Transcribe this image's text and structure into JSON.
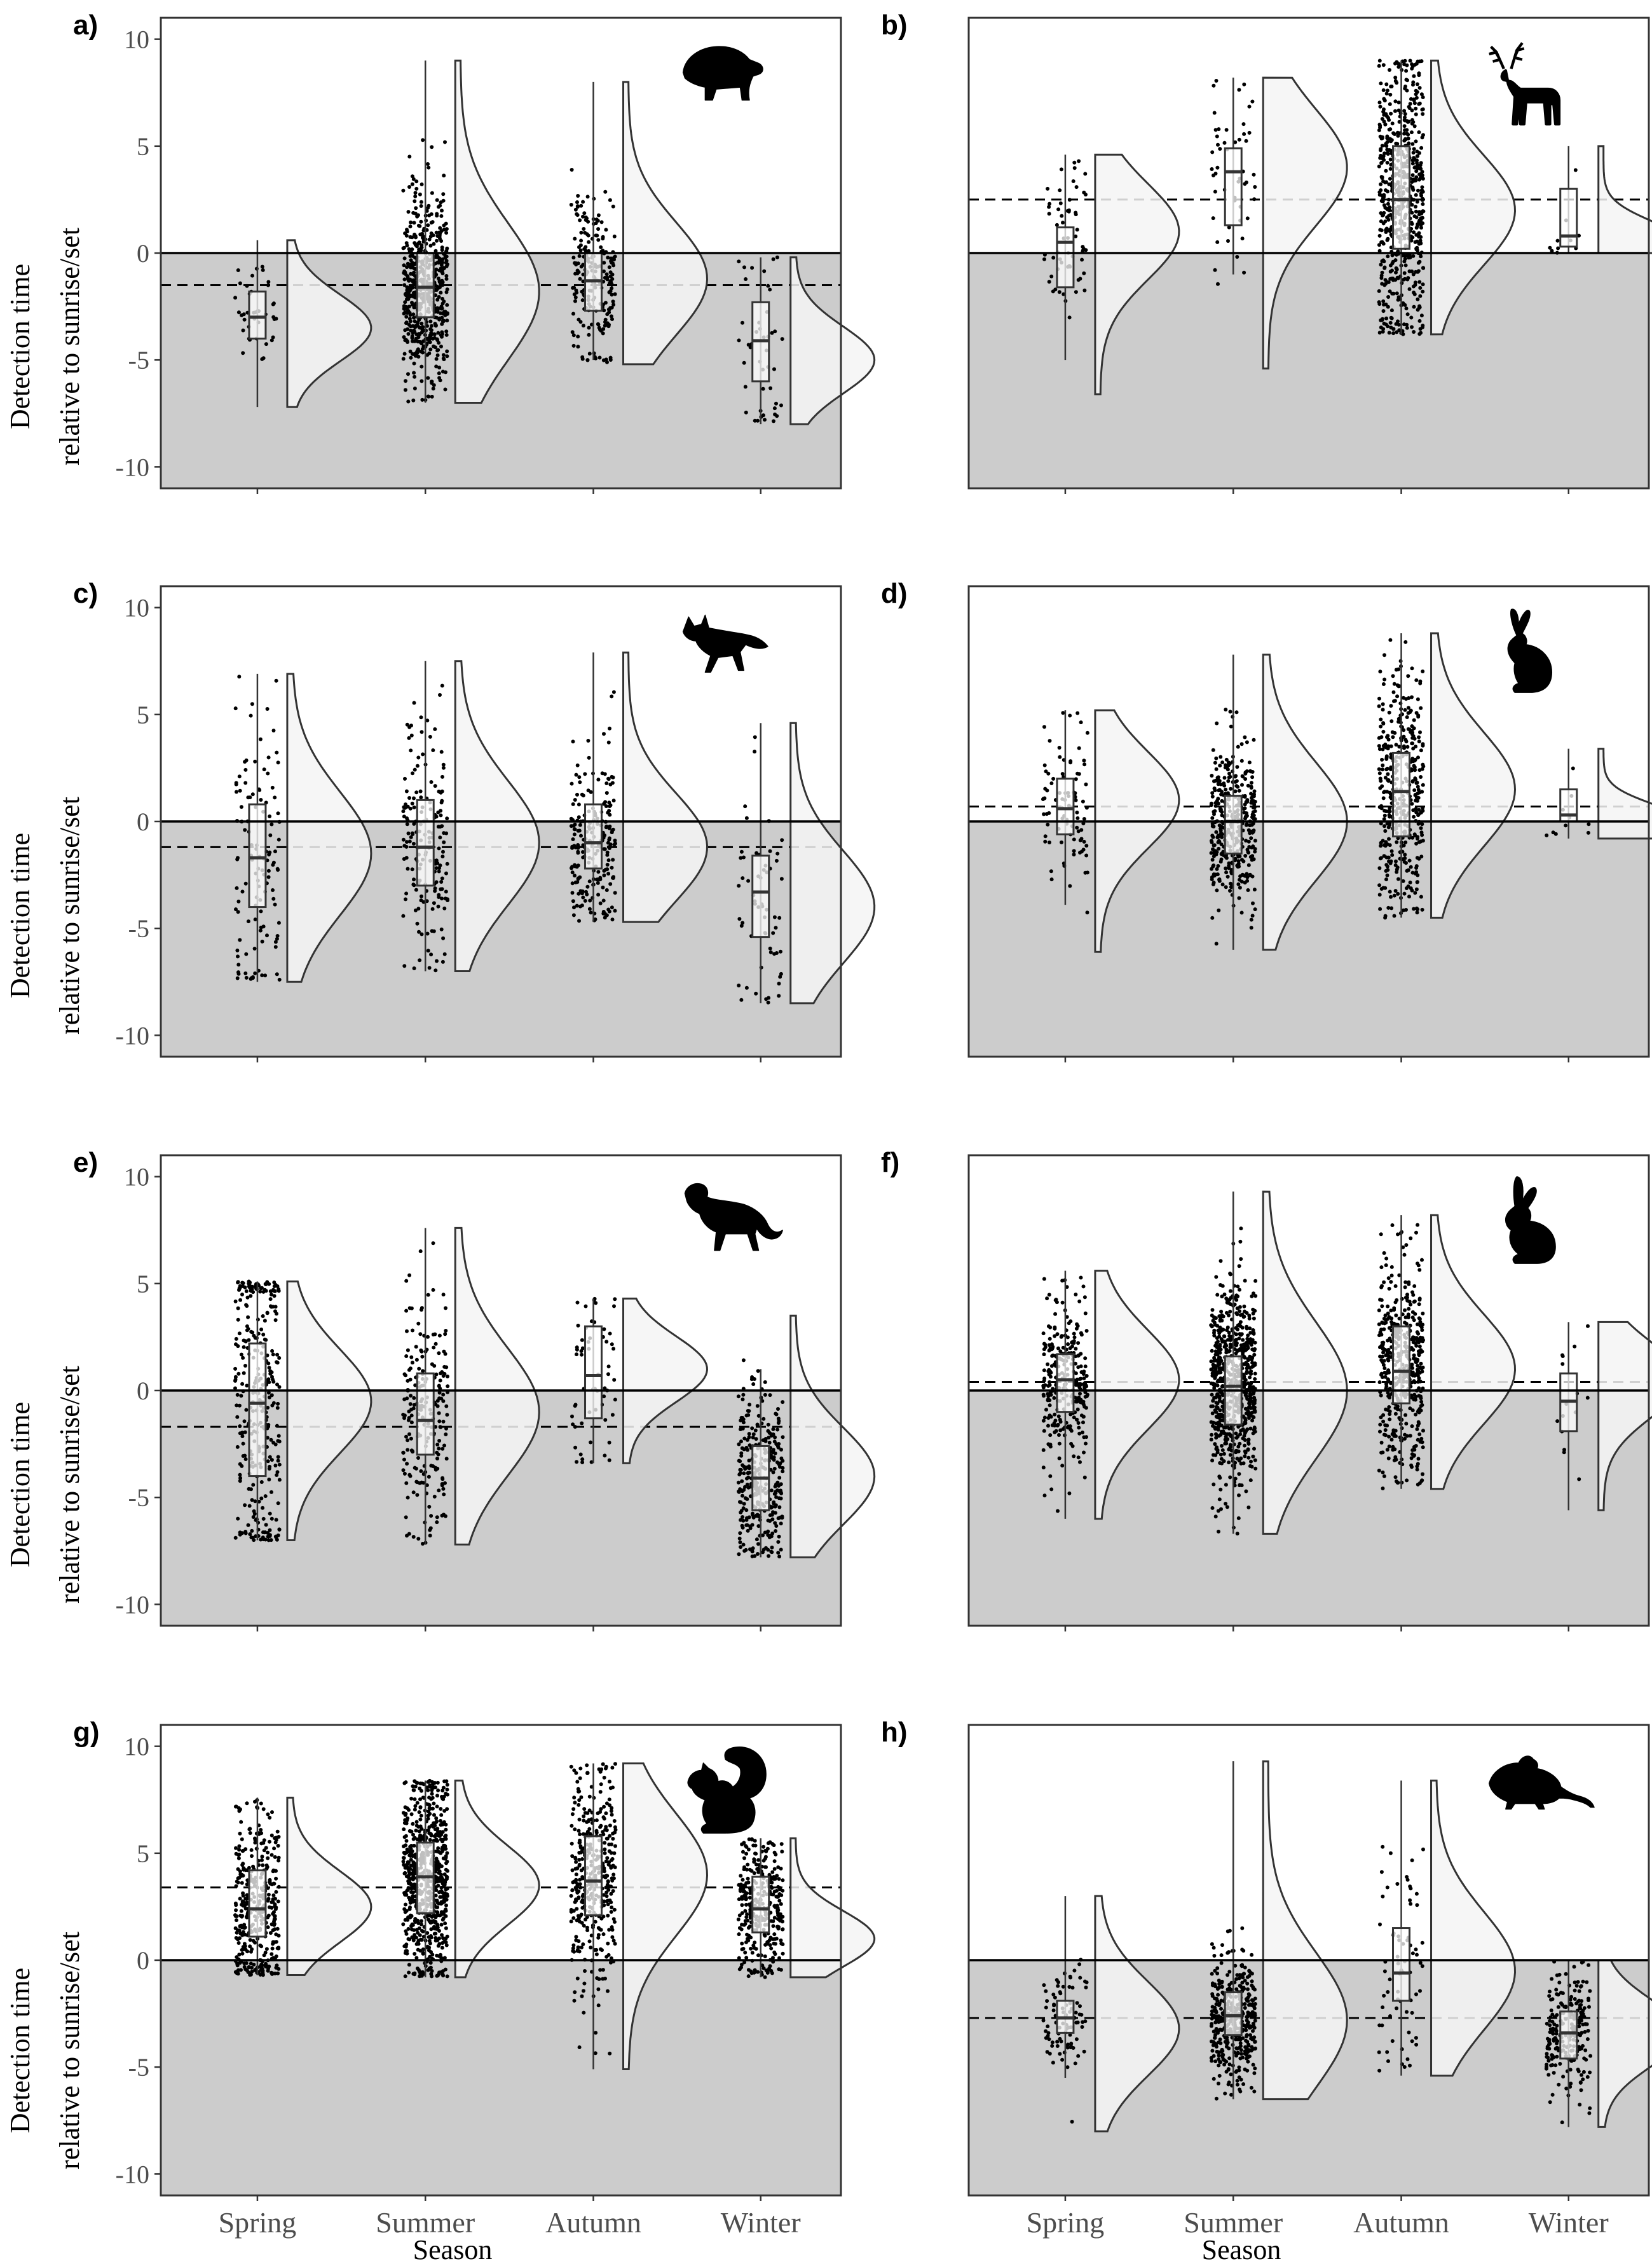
{
  "figure": {
    "shared_y_title_line1": "Detection time",
    "shared_y_title_line2": "relative to sunrise/set",
    "shared_x_title": "Season",
    "shade_color": "#cccccc",
    "point_color": "#000000",
    "violin_fill": "#f5f5f5"
  },
  "chart_data": [
    {
      "panel": "a)",
      "type": "raincloud",
      "icon": "badger-icon",
      "categories": [
        "Spring",
        "Summer",
        "Autumn",
        "Winter"
      ],
      "ylim": [
        -11,
        11
      ],
      "yticks": [
        -10,
        -5,
        0,
        5,
        10
      ],
      "show_y_ticks": true,
      "xlabel": "",
      "ylabel": "Detection time relative to sunrise/set",
      "dashed_line": -1.5,
      "solid_line": 0,
      "groups": [
        {
          "season": "Spring",
          "n": 40,
          "min": -7.2,
          "q1": -4.0,
          "median": -3.0,
          "q3": -1.8,
          "max": 0.6,
          "violin_min": -7.2,
          "violin_max": 0.6,
          "mode": -3.5
        },
        {
          "season": "Summer",
          "n": 600,
          "min": -7.0,
          "q1": -3.0,
          "median": -1.6,
          "q3": 0.0,
          "max": 9.0,
          "violin_min": -7.0,
          "violin_max": 9.0,
          "mode": -1.8
        },
        {
          "season": "Autumn",
          "n": 220,
          "min": -5.0,
          "q1": -2.7,
          "median": -1.3,
          "q3": 0.0,
          "max": 8.0,
          "violin_min": -5.2,
          "violin_max": 8.0,
          "mode": -1.2
        },
        {
          "season": "Winter",
          "n": 45,
          "min": -8.0,
          "q1": -6.0,
          "median": -4.1,
          "q3": -2.3,
          "max": -0.2,
          "violin_min": -8.0,
          "violin_max": -0.2,
          "mode": -5.0
        }
      ]
    },
    {
      "panel": "b)",
      "type": "raincloud",
      "icon": "deer-icon",
      "categories": [
        "Spring",
        "Summer",
        "Autumn",
        "Winter"
      ],
      "ylim": [
        -11,
        11
      ],
      "yticks": [
        -10,
        -5,
        0,
        5,
        10
      ],
      "show_y_ticks": false,
      "xlabel": "",
      "ylabel": "",
      "dashed_line": 2.5,
      "solid_line": 0,
      "groups": [
        {
          "season": "Spring",
          "n": 60,
          "min": -5.0,
          "q1": -1.6,
          "median": 0.5,
          "q3": 1.2,
          "max": 4.6,
          "violin_min": -6.6,
          "violin_max": 4.6,
          "mode": 1.0
        },
        {
          "season": "Summer",
          "n": 50,
          "min": -1.0,
          "q1": 1.3,
          "median": 3.8,
          "q3": 4.9,
          "max": 8.2,
          "violin_min": -5.4,
          "violin_max": 8.2,
          "mode": 4.0
        },
        {
          "season": "Autumn",
          "n": 650,
          "min": -3.8,
          "q1": 0.2,
          "median": 2.5,
          "q3": 5.0,
          "max": 9.0,
          "violin_min": -3.8,
          "violin_max": 9.0,
          "mode": 2.0
        },
        {
          "season": "Winter",
          "n": 10,
          "min": 0.0,
          "q1": 0.3,
          "median": 0.8,
          "q3": 3.0,
          "max": 5.0,
          "violin_min": 0.0,
          "violin_max": 5.0,
          "mode": 0.5
        }
      ]
    },
    {
      "panel": "c)",
      "type": "raincloud",
      "icon": "fox-icon",
      "categories": [
        "Spring",
        "Summer",
        "Autumn",
        "Winter"
      ],
      "ylim": [
        -11,
        11
      ],
      "yticks": [
        -10,
        -5,
        0,
        5,
        10
      ],
      "show_y_ticks": true,
      "xlabel": "",
      "ylabel": "Detection time relative to sunrise/set",
      "dashed_line": -1.2,
      "solid_line": 0,
      "groups": [
        {
          "season": "Spring",
          "n": 120,
          "min": -7.5,
          "q1": -4.0,
          "median": -1.7,
          "q3": 0.8,
          "max": 6.9,
          "violin_min": -7.5,
          "violin_max": 6.9,
          "mode": -1.5
        },
        {
          "season": "Summer",
          "n": 180,
          "min": -7.0,
          "q1": -3.0,
          "median": -1.2,
          "q3": 1.0,
          "max": 7.5,
          "violin_min": -7.0,
          "violin_max": 7.5,
          "mode": -1.0
        },
        {
          "season": "Autumn",
          "n": 220,
          "min": -4.7,
          "q1": -2.2,
          "median": -1.0,
          "q3": 0.8,
          "max": 7.9,
          "violin_min": -4.7,
          "violin_max": 7.9,
          "mode": -1.2
        },
        {
          "season": "Winter",
          "n": 60,
          "min": -8.5,
          "q1": -5.4,
          "median": -3.3,
          "q3": -1.6,
          "max": 4.6,
          "violin_min": -8.5,
          "violin_max": 4.6,
          "mode": -4.0
        }
      ]
    },
    {
      "panel": "d)",
      "type": "raincloud",
      "icon": "hare-icon",
      "categories": [
        "Spring",
        "Summer",
        "Autumn",
        "Winter"
      ],
      "ylim": [
        -11,
        11
      ],
      "yticks": [
        -10,
        -5,
        0,
        5,
        10
      ],
      "show_y_ticks": false,
      "xlabel": "",
      "ylabel": "",
      "dashed_line": 0.7,
      "solid_line": 0,
      "groups": [
        {
          "season": "Spring",
          "n": 90,
          "min": -3.9,
          "q1": -0.6,
          "median": 0.6,
          "q3": 2.0,
          "max": 5.2,
          "violin_min": -6.1,
          "violin_max": 5.2,
          "mode": 1.0
        },
        {
          "season": "Summer",
          "n": 380,
          "min": -6.0,
          "q1": -1.5,
          "median": 0.0,
          "q3": 1.2,
          "max": 7.8,
          "violin_min": -6.0,
          "violin_max": 7.8,
          "mode": 0.0
        },
        {
          "season": "Autumn",
          "n": 420,
          "min": -4.5,
          "q1": -0.7,
          "median": 1.4,
          "q3": 3.2,
          "max": 8.8,
          "violin_min": -4.5,
          "violin_max": 8.8,
          "mode": 1.5
        },
        {
          "season": "Winter",
          "n": 10,
          "min": -0.8,
          "q1": 0.0,
          "median": 0.3,
          "q3": 1.5,
          "max": 3.4,
          "violin_min": -0.8,
          "violin_max": 3.4,
          "mode": 0.0
        }
      ]
    },
    {
      "panel": "e)",
      "type": "raincloud",
      "icon": "marten-icon",
      "categories": [
        "Spring",
        "Summer",
        "Autumn",
        "Winter"
      ],
      "ylim": [
        -11,
        11
      ],
      "yticks": [
        -10,
        -5,
        0,
        5,
        10
      ],
      "show_y_ticks": true,
      "xlabel": "",
      "ylabel": "Detection time relative to sunrise/set",
      "dashed_line": -1.7,
      "solid_line": 0,
      "groups": [
        {
          "season": "Spring",
          "n": 320,
          "min": -7.0,
          "q1": -4.0,
          "median": -0.6,
          "q3": 2.2,
          "max": 5.1,
          "violin_min": -7.0,
          "violin_max": 5.1,
          "mode": -0.5
        },
        {
          "season": "Summer",
          "n": 220,
          "min": -7.2,
          "q1": -3.0,
          "median": -1.4,
          "q3": 0.8,
          "max": 7.6,
          "violin_min": -7.2,
          "violin_max": 7.6,
          "mode": -1.0
        },
        {
          "season": "Autumn",
          "n": 60,
          "min": -3.4,
          "q1": -1.3,
          "median": 0.7,
          "q3": 3.0,
          "max": 4.3,
          "violin_min": -3.4,
          "violin_max": 4.3,
          "mode": 1.0
        },
        {
          "season": "Winter",
          "n": 330,
          "min": -7.8,
          "q1": -5.6,
          "median": -4.1,
          "q3": -2.6,
          "max": 1.0,
          "violin_min": -7.8,
          "violin_max": 3.5,
          "mode": -4.0
        }
      ]
    },
    {
      "panel": "f)",
      "type": "raincloud",
      "icon": "rabbit-icon",
      "categories": [
        "Spring",
        "Summer",
        "Autumn",
        "Winter"
      ],
      "ylim": [
        -11,
        11
      ],
      "yticks": [
        -10,
        -5,
        0,
        5,
        10
      ],
      "show_y_ticks": false,
      "xlabel": "",
      "ylabel": "",
      "dashed_line": 0.4,
      "solid_line": 0,
      "groups": [
        {
          "season": "Spring",
          "n": 300,
          "min": -6.0,
          "q1": -1.0,
          "median": 0.5,
          "q3": 1.7,
          "max": 5.6,
          "violin_min": -6.0,
          "violin_max": 5.6,
          "mode": 0.5
        },
        {
          "season": "Summer",
          "n": 700,
          "min": -6.7,
          "q1": -1.6,
          "median": 0.2,
          "q3": 1.6,
          "max": 9.3,
          "violin_min": -6.7,
          "violin_max": 9.3,
          "mode": 0.0
        },
        {
          "season": "Autumn",
          "n": 480,
          "min": -4.6,
          "q1": -0.6,
          "median": 0.9,
          "q3": 3.0,
          "max": 8.2,
          "violin_min": -4.6,
          "violin_max": 8.2,
          "mode": 1.0
        },
        {
          "season": "Winter",
          "n": 15,
          "min": -5.6,
          "q1": -1.9,
          "median": -0.5,
          "q3": 0.8,
          "max": 3.2,
          "violin_min": -5.6,
          "violin_max": 3.2,
          "mode": 0.5
        }
      ]
    },
    {
      "panel": "g)",
      "type": "raincloud",
      "icon": "squirrel-icon",
      "categories": [
        "Spring",
        "Summer",
        "Autumn",
        "Winter"
      ],
      "ylim": [
        -11,
        11
      ],
      "yticks": [
        -10,
        -5,
        0,
        5,
        10
      ],
      "show_y_ticks": true,
      "xlabel": "Season",
      "ylabel": "Detection time relative to sunrise/set",
      "dashed_line": 3.4,
      "solid_line": 0,
      "groups": [
        {
          "season": "Spring",
          "n": 380,
          "min": -0.7,
          "q1": 1.1,
          "median": 2.4,
          "q3": 4.2,
          "max": 7.6,
          "violin_min": -0.7,
          "violin_max": 7.6,
          "mode": 2.5
        },
        {
          "season": "Summer",
          "n": 1800,
          "min": -0.8,
          "q1": 2.2,
          "median": 3.9,
          "q3": 5.5,
          "max": 8.4,
          "violin_min": -0.8,
          "violin_max": 8.4,
          "mode": 3.5
        },
        {
          "season": "Autumn",
          "n": 400,
          "min": -5.1,
          "q1": 2.1,
          "median": 3.7,
          "q3": 5.8,
          "max": 9.2,
          "violin_min": -5.1,
          "violin_max": 9.2,
          "mode": 4.0
        },
        {
          "season": "Winter",
          "n": 320,
          "min": -0.8,
          "q1": 1.3,
          "median": 2.4,
          "q3": 3.9,
          "max": 5.7,
          "violin_min": -0.8,
          "violin_max": 5.7,
          "mode": 1.0
        }
      ]
    },
    {
      "panel": "h)",
      "type": "raincloud",
      "icon": "mouse-icon",
      "categories": [
        "Spring",
        "Summer",
        "Autumn",
        "Winter"
      ],
      "ylim": [
        -11,
        11
      ],
      "yticks": [
        -10,
        -5,
        0,
        5,
        10
      ],
      "show_y_ticks": false,
      "xlabel": "Season",
      "ylabel": "",
      "dashed_line": -2.7,
      "solid_line": 0,
      "groups": [
        {
          "season": "Spring",
          "n": 90,
          "min": -5.5,
          "q1": -3.4,
          "median": -2.7,
          "q3": -1.9,
          "max": 3.0,
          "violin_min": -8.0,
          "violin_max": 3.0,
          "mode": -3.2
        },
        {
          "season": "Summer",
          "n": 420,
          "min": -6.5,
          "q1": -3.5,
          "median": -2.6,
          "q3": -1.5,
          "max": 9.3,
          "violin_min": -6.5,
          "violin_max": 9.3,
          "mode": -2.8
        },
        {
          "season": "Autumn",
          "n": 70,
          "min": -5.4,
          "q1": -1.9,
          "median": -0.6,
          "q3": 1.5,
          "max": 8.4,
          "violin_min": -5.4,
          "violin_max": 8.4,
          "mode": -0.5
        },
        {
          "season": "Winter",
          "n": 230,
          "min": -7.8,
          "q1": -4.6,
          "median": -3.4,
          "q3": -2.4,
          "max": 0.0,
          "violin_min": -7.8,
          "violin_max": 0.0,
          "mode": -3.4
        }
      ]
    }
  ]
}
